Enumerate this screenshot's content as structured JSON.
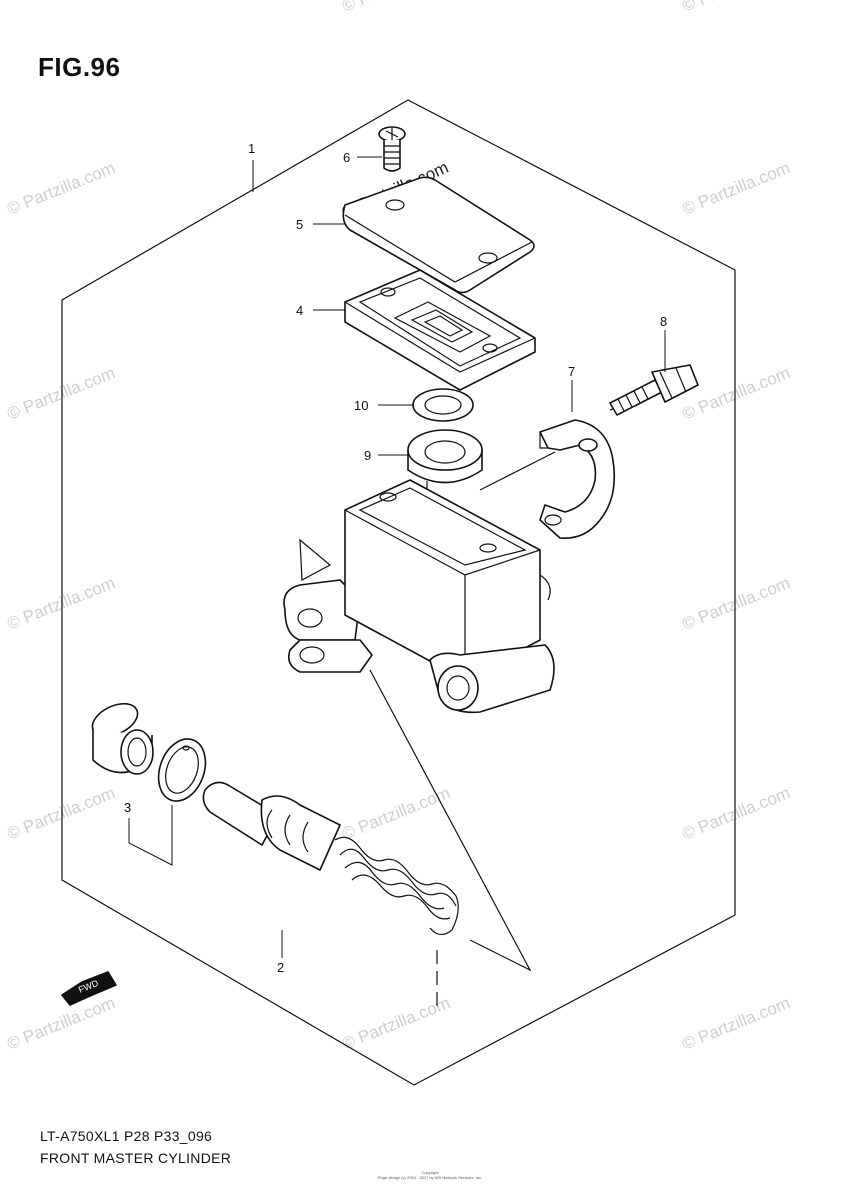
{
  "figure_label": "FIG.96",
  "footer": {
    "model_code": "LT-A750XL1 P28 P33_096",
    "diagram_title": "FRONT MASTER CYLINDER",
    "copyright_line1": "Copyright",
    "copyright_line2": "Page design (c) 2004 - 2017 by ARI Network Services, Inc."
  },
  "watermark": "© Partzilla.com",
  "fwd_label": "FWD",
  "callouts": [
    "1",
    "2",
    "3",
    "4",
    "5",
    "6",
    "7",
    "8",
    "9",
    "10"
  ]
}
